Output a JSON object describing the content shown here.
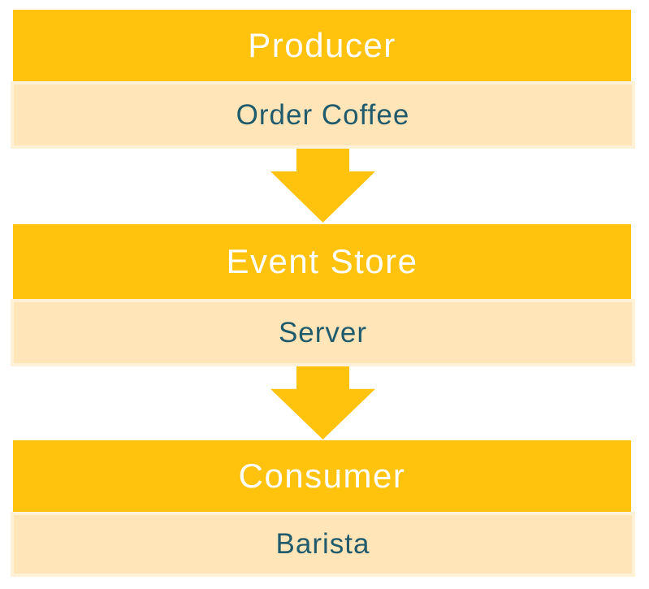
{
  "diagram": {
    "blocks": [
      {
        "header": "Producer",
        "sub": "Order Coffee"
      },
      {
        "header": "Event Store",
        "sub": "Server"
      },
      {
        "header": "Consumer",
        "sub": "Barista"
      }
    ],
    "arrows": [
      {
        "icon": "down-arrow-icon",
        "direction": "down"
      },
      {
        "icon": "down-arrow-icon",
        "direction": "down"
      }
    ]
  },
  "colors": {
    "gold": "#FFC20D",
    "cream": "#FFE5B8",
    "cream_border": "#FFF1D8",
    "header_text": "#FFFFFF",
    "sub_text": "#1F5B6C",
    "canvas_bg": "#FFFFFF"
  }
}
